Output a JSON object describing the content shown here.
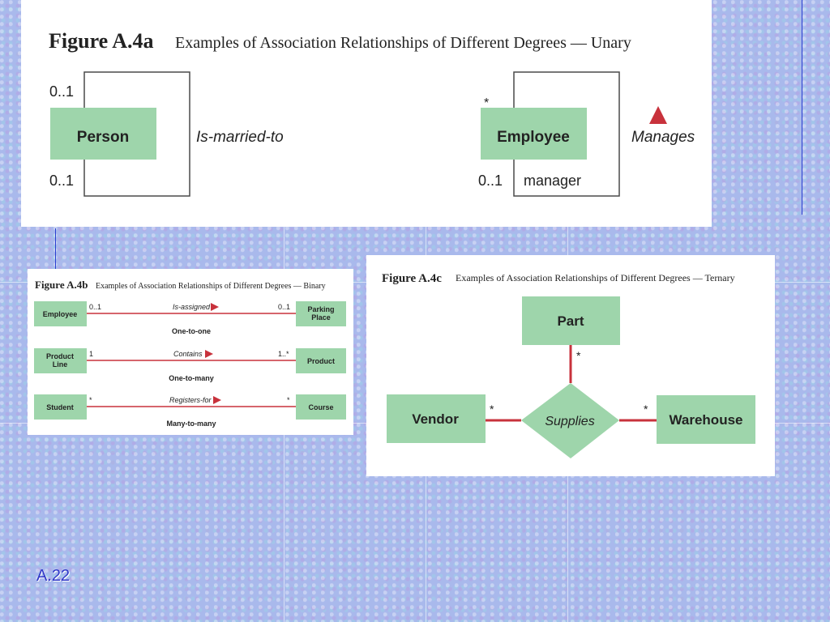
{
  "fig_a": {
    "label": "Figure A.4a",
    "caption": "Examples of Association Relationships of Different Degrees — Unary",
    "left": {
      "cls": "Person",
      "mult_top": "0..1",
      "mult_bottom": "0..1",
      "assoc": "Is-married-to"
    },
    "right": {
      "cls": "Employee",
      "mult_top": "*",
      "mult_bottom": "0..1",
      "role": "manager",
      "assoc": "Manages"
    }
  },
  "fig_b": {
    "label": "Figure A.4b",
    "caption": "Examples of Association Relationships of Different Degrees — Binary",
    "rows": [
      {
        "left": "Employee",
        "left_mult": "0..1",
        "assoc": "Is-assigned",
        "right_mult": "0..1",
        "right": "Parking Place",
        "kind": "One-to-one"
      },
      {
        "left": "Product Line",
        "left_mult": "1",
        "assoc": "Contains",
        "right_mult": "1..*",
        "right": "Product",
        "kind": "One-to-many"
      },
      {
        "left": "Student",
        "left_mult": "*",
        "assoc": "Registers-for",
        "right_mult": "*",
        "right": "Course",
        "kind": "Many-to-many"
      }
    ]
  },
  "fig_c": {
    "label": "Figure A.4c",
    "caption": "Examples of Association Relationships of Different Degrees — Ternary",
    "top": "Part",
    "top_mult": "*",
    "left": "Vendor",
    "left_mult": "*",
    "right": "Warehouse",
    "right_mult": "*",
    "assoc": "Supplies"
  },
  "slide_number": "A.22",
  "colors": {
    "class_fill": "#9ed5ab",
    "assoc_line": "#c8323c",
    "box_line": "#4a4a4a",
    "slide_number": "#3038c8"
  }
}
